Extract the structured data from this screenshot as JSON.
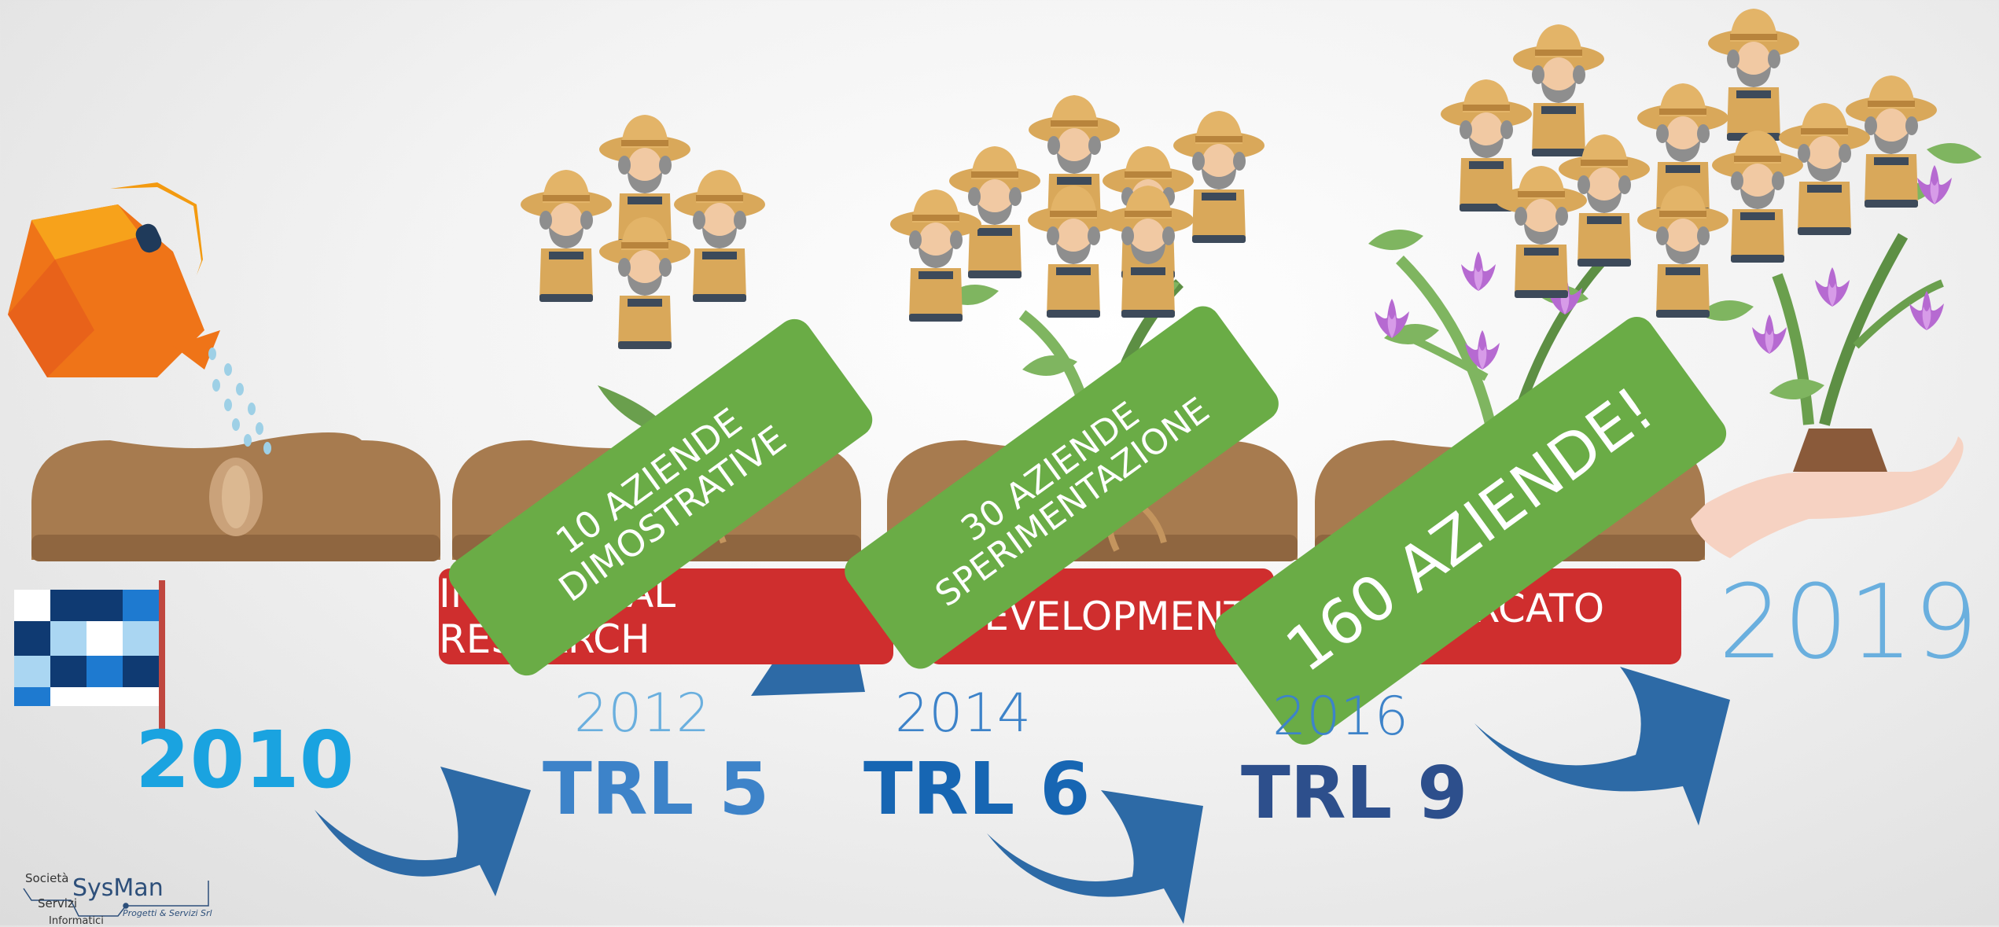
{
  "stages": {
    "industrial_label": "INDUSTRIAL RESEARCH",
    "development_label": "DEVELOPMENT",
    "mercato_label": "MERCATO"
  },
  "banners": {
    "b1_line1": "10 AZIENDE",
    "b1_line2": "DIMOSTRATIVE",
    "b2_line1": "30 AZIENDE",
    "b2_line2": "SPERIMENTAZIONE",
    "b3": "160 AZIENDE!"
  },
  "timeline": {
    "start_year": "2010",
    "year_2012": "2012",
    "year_2014": "2014",
    "year_2016": "2016",
    "end_year": "2019",
    "trl5": "TRL 5",
    "trl6": "TRL 6",
    "trl9": "TRL 9"
  },
  "logo": {
    "societa": "Società",
    "servizi": "Servizi",
    "informatici": "Informatici",
    "brand": "SysMan",
    "tagline": "Progetti & Servizi Srl"
  },
  "colors": {
    "red_bar": "#cf2e2e",
    "green_banner": "#6aac46",
    "arrow_blue": "#2d6aa6",
    "year_2010": "#1aa3e0",
    "year_2019": "#6aafde"
  }
}
